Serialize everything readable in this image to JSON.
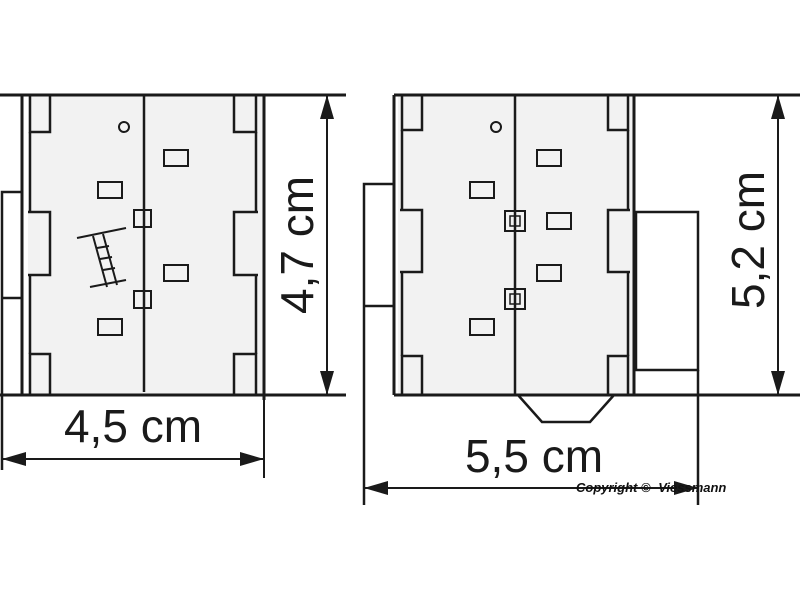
{
  "diagram": {
    "left_width_label": "4,5 cm",
    "left_height_label": "4,7 cm",
    "right_width_label": "5,5 cm",
    "right_height_label": "5,2 cm"
  },
  "copyright": {
    "prefix": "Copyright ©",
    "brand": "Viessmann"
  },
  "colors": {
    "line": "#1a1a1a",
    "fill": "#f2f2f2",
    "background": "#ffffff"
  }
}
